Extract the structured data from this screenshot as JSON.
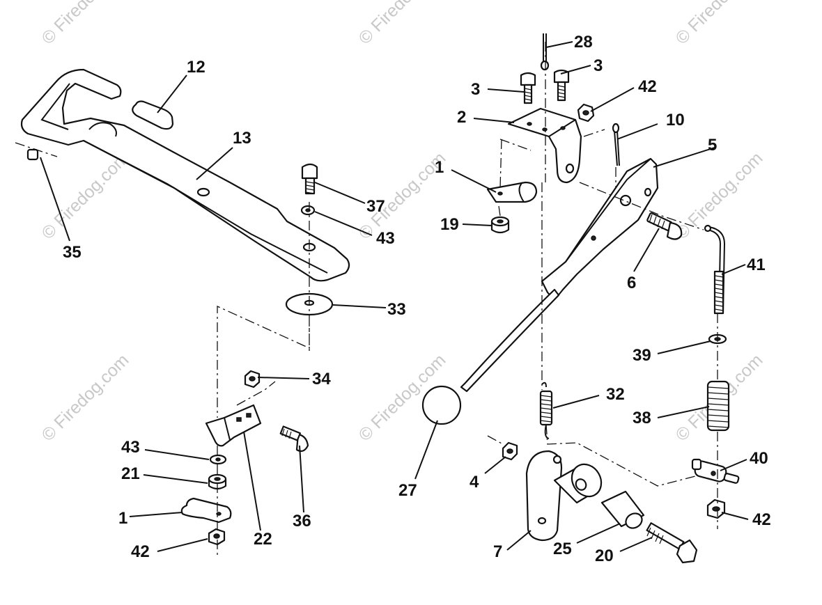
{
  "watermark_text": "© Firedog.com",
  "callouts": {
    "c28": "28",
    "c3a": "3",
    "c3b": "3",
    "c42a": "42",
    "c2": "2",
    "c10": "10",
    "c5": "5",
    "c1a": "1",
    "c19": "19",
    "c6": "6",
    "c41": "41",
    "c39": "39",
    "c32": "32",
    "c38": "38",
    "c27": "27",
    "c4": "4",
    "c40": "40",
    "c42b": "42",
    "c7": "7",
    "c25": "25",
    "c20": "20",
    "c12": "12",
    "c13": "13",
    "c35": "35",
    "c37": "37",
    "c43a": "43",
    "c33": "33",
    "c34": "34",
    "c43b": "43",
    "c21": "21",
    "c1b": "1",
    "c36": "36",
    "c22": "22",
    "c42c": "42"
  }
}
